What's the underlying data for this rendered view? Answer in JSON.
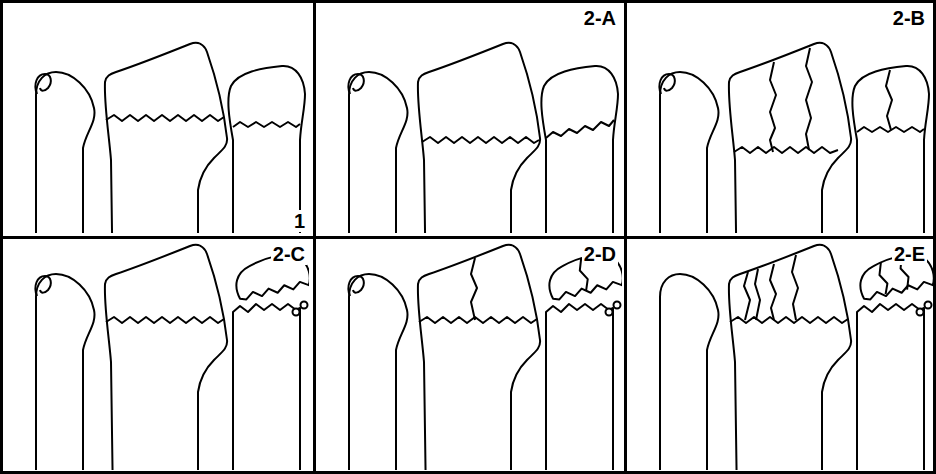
{
  "diagram": {
    "nodes": [
      {
        "text": [
          "1"
        ]
      },
      {
        "text": [
          "2-A"
        ]
      },
      {
        "text": [
          "2-B"
        ]
      },
      {
        "text": [
          "2-C"
        ]
      },
      {
        "text": [
          "2-D"
        ]
      },
      {
        "text": [
          "2-E"
        ]
      }
    ]
  }
}
